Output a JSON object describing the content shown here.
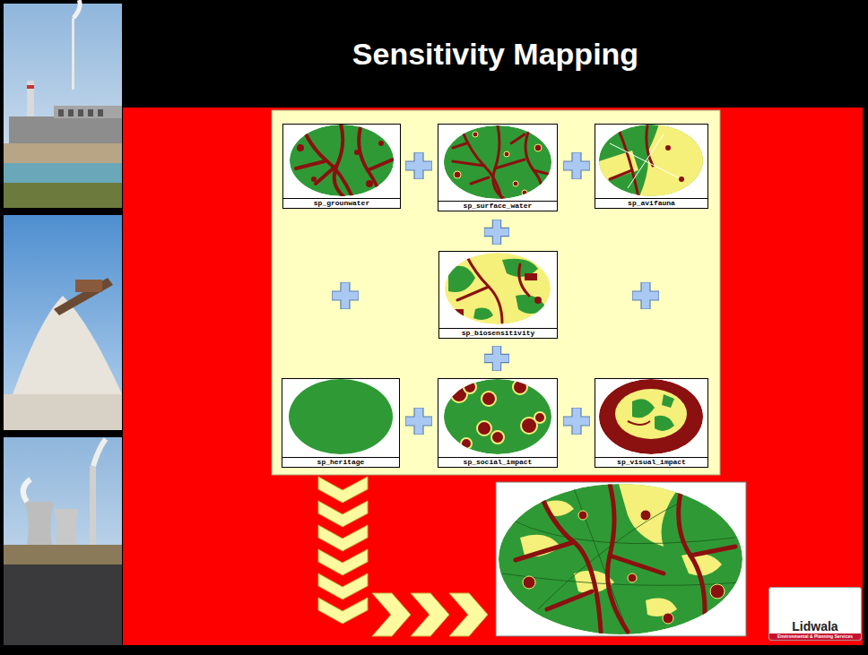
{
  "diagram": {
    "title": "Sensitivity Mapping",
    "nodes": [
      {
        "text": [
          "sp_grounwater"
        ]
      },
      {
        "text": [
          "sp_surface_water"
        ]
      },
      {
        "text": [
          "sp_avifauna"
        ]
      },
      {
        "text": [
          "sp_biosensitivity"
        ]
      },
      {
        "text": [
          "sp_heritage"
        ]
      },
      {
        "text": [
          "sp_social_impact"
        ]
      },
      {
        "text": [
          "sp_visual_impact"
        ]
      },
      {
        "text": [
          "Lidwala",
          "Environmental & Planning Services"
        ]
      }
    ]
  }
}
